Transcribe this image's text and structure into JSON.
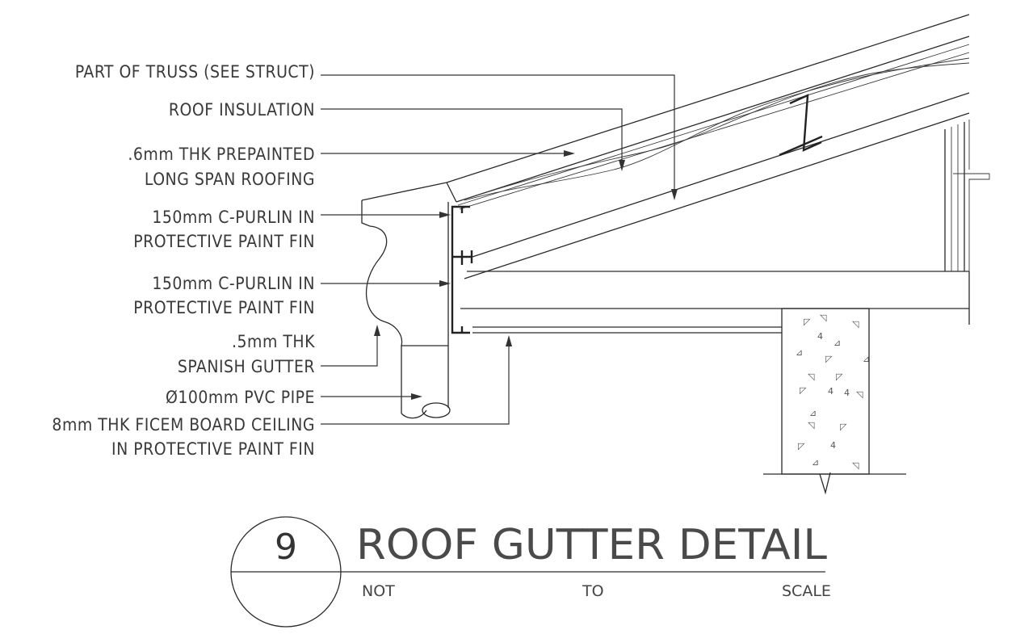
{
  "labels": {
    "truss": "PART OF TRUSS (SEE STRUCT)",
    "insulation": "ROOF INSULATION",
    "roofing_1": ".6mm THK PREPAINTED",
    "roofing_2": "LONG SPAN ROOFING",
    "purlin_a_1": "150mm C-PURLIN IN",
    "purlin_a_2": "PROTECTIVE PAINT FIN",
    "purlin_b_1": "150mm C-PURLIN IN",
    "purlin_b_2": "PROTECTIVE PAINT FIN",
    "gutter_1": ".5mm THK",
    "gutter_2": "SPANISH GUTTER",
    "pipe": "Ø100mm PVC PIPE",
    "ceiling_1": "8mm THK FICEM BOARD CEILING",
    "ceiling_2": "IN PROTECTIVE PAINT FIN"
  },
  "title_block": {
    "number": "9",
    "title": "ROOF GUTTER DETAIL",
    "scale_1": "NOT",
    "scale_2": "TO",
    "scale_3": "SCALE"
  }
}
